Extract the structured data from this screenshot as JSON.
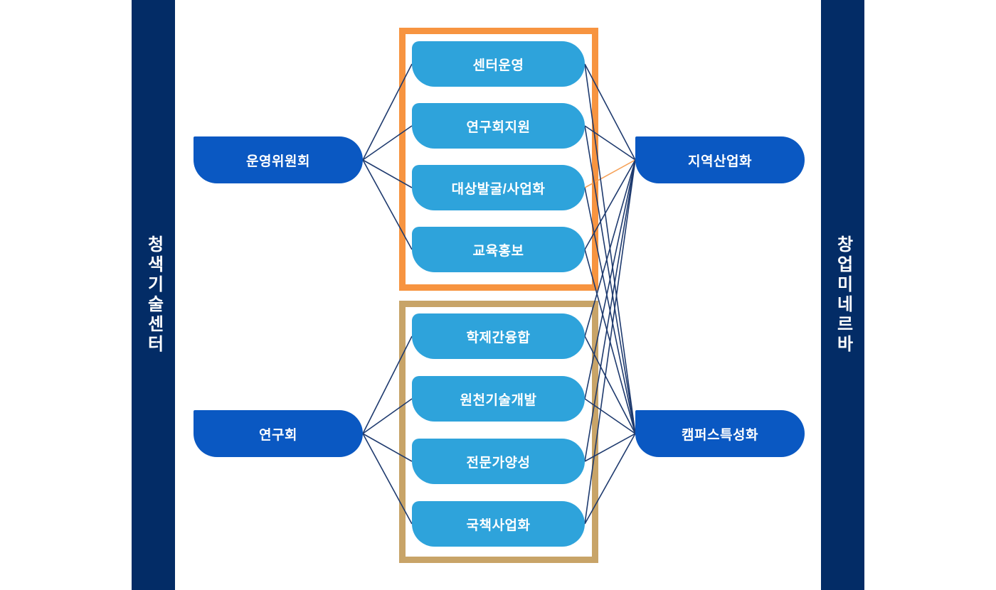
{
  "sidebars": {
    "left": {
      "label": "청색기술센터"
    },
    "right": {
      "label": "창업미네르바"
    }
  },
  "nodes": {
    "operating_committee": {
      "id": "op-committee",
      "label": "운영위원회"
    },
    "research_society": {
      "id": "research-society",
      "label": "연구회"
    },
    "regional_industrialization": {
      "id": "regional",
      "label": "지역산업화"
    },
    "campus_specialization": {
      "id": "campus",
      "label": "캠퍼스특성화"
    }
  },
  "groups": {
    "top": {
      "border_color": "#f79440",
      "items": [
        {
          "id": "t1",
          "label": "센터운영"
        },
        {
          "id": "t2",
          "label": "연구회지원"
        },
        {
          "id": "t3",
          "label": "대상발굴/사업화"
        },
        {
          "id": "t4",
          "label": "교육홍보"
        }
      ]
    },
    "bottom": {
      "border_color": "#c8a468",
      "items": [
        {
          "id": "b1",
          "label": "학제간융합"
        },
        {
          "id": "b2",
          "label": "원천기술개발"
        },
        {
          "id": "b3",
          "label": "전문가양성"
        },
        {
          "id": "b4",
          "label": "국책사업화"
        }
      ]
    }
  },
  "edges": [
    {
      "from": "op-committee",
      "to": "t1"
    },
    {
      "from": "op-committee",
      "to": "t2"
    },
    {
      "from": "op-committee",
      "to": "t3"
    },
    {
      "from": "op-committee",
      "to": "t4"
    },
    {
      "from": "research-society",
      "to": "b1"
    },
    {
      "from": "research-society",
      "to": "b2"
    },
    {
      "from": "research-society",
      "to": "b3"
    },
    {
      "from": "research-society",
      "to": "b4"
    },
    {
      "from": "t1",
      "to": "regional"
    },
    {
      "from": "t2",
      "to": "regional"
    },
    {
      "from": "t3",
      "to": "regional",
      "color": "orange"
    },
    {
      "from": "t4",
      "to": "regional"
    },
    {
      "from": "t1",
      "to": "campus"
    },
    {
      "from": "t2",
      "to": "campus"
    },
    {
      "from": "t3",
      "to": "campus"
    },
    {
      "from": "t4",
      "to": "campus"
    },
    {
      "from": "b1",
      "to": "regional"
    },
    {
      "from": "b2",
      "to": "regional"
    },
    {
      "from": "b3",
      "to": "regional"
    },
    {
      "from": "b4",
      "to": "regional"
    },
    {
      "from": "b1",
      "to": "campus"
    },
    {
      "from": "b2",
      "to": "campus"
    },
    {
      "from": "b3",
      "to": "campus"
    },
    {
      "from": "b4",
      "to": "campus"
    }
  ],
  "colors": {
    "sidebar_navy": "#032c66",
    "committee_blue": "#0a58c2",
    "pill_blue": "#2ea3db",
    "top_box_orange": "#f79440",
    "bottom_box_tan": "#c8a468",
    "edge_navy": "#1e3a6e",
    "edge_orange": "#f6a259"
  }
}
